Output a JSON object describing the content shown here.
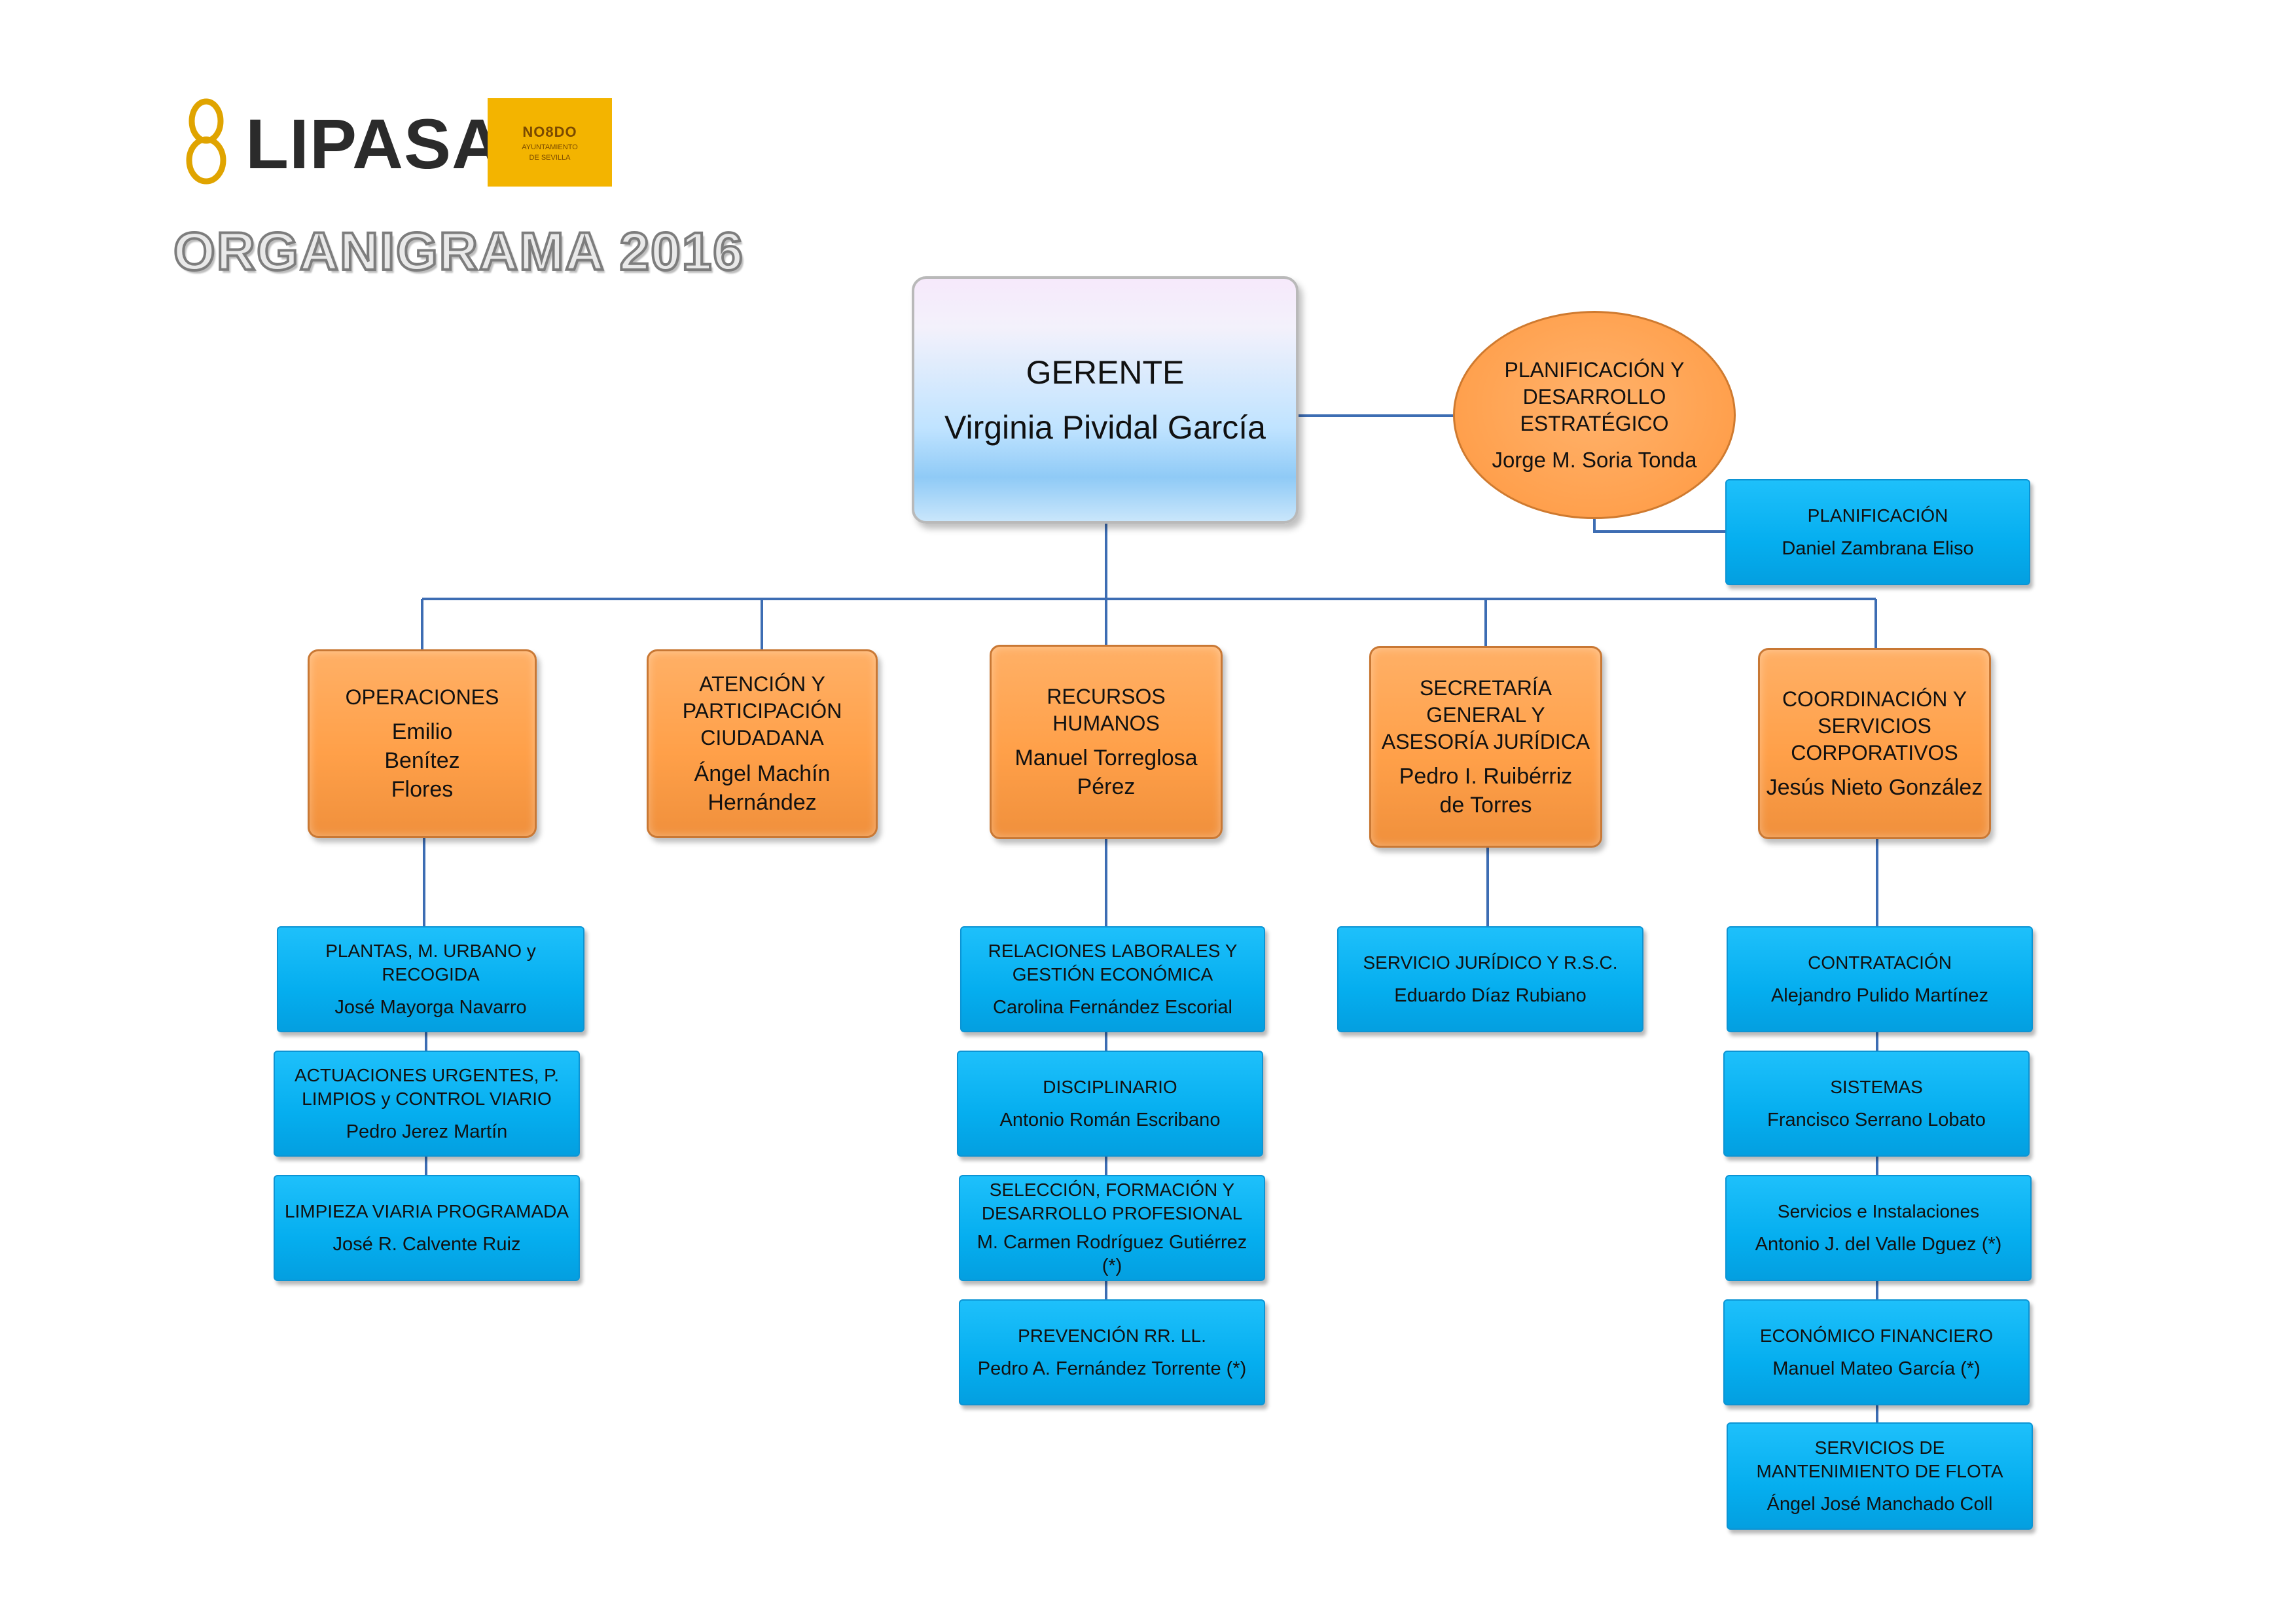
{
  "header": {
    "logo_text": "LIPASAM",
    "seal_text": [
      "NO8DO",
      "AYUNTAMIENTO",
      "DE SEVILLA"
    ],
    "title": "ORGANIGRAMA 2016"
  },
  "gerente": {
    "title": "GERENTE",
    "name": "Virginia Pividal García"
  },
  "planificacion_estrategica": {
    "title": "PLANIFICACIÓN Y DESARROLLO ESTRATÉGICO",
    "name": "Jorge M. Soria Tonda",
    "sub": {
      "title": "PLANIFICACIÓN",
      "name": "Daniel Zambrana Eliso"
    }
  },
  "areas": [
    {
      "title": "OPERACIONES",
      "name": "Emilio Benítez Flores"
    },
    {
      "title": "ATENCIÓN Y PARTICIPACIÓN CIUDADANA",
      "name": "Ángel Machín Hernández"
    },
    {
      "title": "RECURSOS HUMANOS",
      "name": "Manuel Torreglosa Pérez"
    },
    {
      "title": "SECRETARÍA GENERAL Y ASESORÍA JURÍDICA",
      "name": "Pedro I. Ruibérriz de Torres"
    },
    {
      "title": "COORDINACIÓN Y SERVICIOS CORPORATIVOS",
      "name": "Jesús Nieto González"
    }
  ],
  "operaciones_units": [
    {
      "title": "PLANTAS, M. URBANO y RECOGIDA",
      "name": "José Mayorga Navarro"
    },
    {
      "title": "ACTUACIONES URGENTES, P. LIMPIOS y CONTROL VIARIO",
      "name": "Pedro Jerez Martín"
    },
    {
      "title": "LIMPIEZA VIARIA PROGRAMADA",
      "name": "José R. Calvente Ruiz"
    }
  ],
  "rrhh_units": [
    {
      "title": "RELACIONES LABORALES Y GESTIÓN ECONÓMICA",
      "name": "Carolina Fernández Escorial"
    },
    {
      "title": "DISCIPLINARIO",
      "name": "Antonio Román Escribano"
    },
    {
      "title": "SELECCIÓN, FORMACIÓN Y DESARROLLO PROFESIONAL",
      "name": "M. Carmen Rodríguez Gutiérrez (*)"
    },
    {
      "title": "PREVENCIÓN RR. LL.",
      "name": "Pedro A. Fernández Torrente (*)"
    }
  ],
  "secretaria_units": [
    {
      "title": "SERVICIO JURÍDICO Y R.S.C.",
      "name": "Eduardo Díaz Rubiano"
    }
  ],
  "coordinacion_units": [
    {
      "title": "CONTRATACIÓN",
      "name": "Alejandro Pulido Martínez"
    },
    {
      "title": "SISTEMAS",
      "name": "Francisco Serrano Lobato"
    },
    {
      "title": "Servicios e Instalaciones",
      "name": "Antonio J. del Valle Dguez (*)"
    },
    {
      "title": "ECONÓMICO FINANCIERO",
      "name": "Manuel Mateo García (*)"
    },
    {
      "title": "SERVICIOS DE MANTENIMIENTO DE FLOTA",
      "name": "Ángel José Manchado Coll"
    }
  ],
  "colors": {
    "gerente_fill": "#bfe3ff",
    "manager_fill": "#ffa049",
    "unit_fill": "#05aeef",
    "connector": "#3d6db3",
    "title_stroke": "#7d7d7d"
  }
}
